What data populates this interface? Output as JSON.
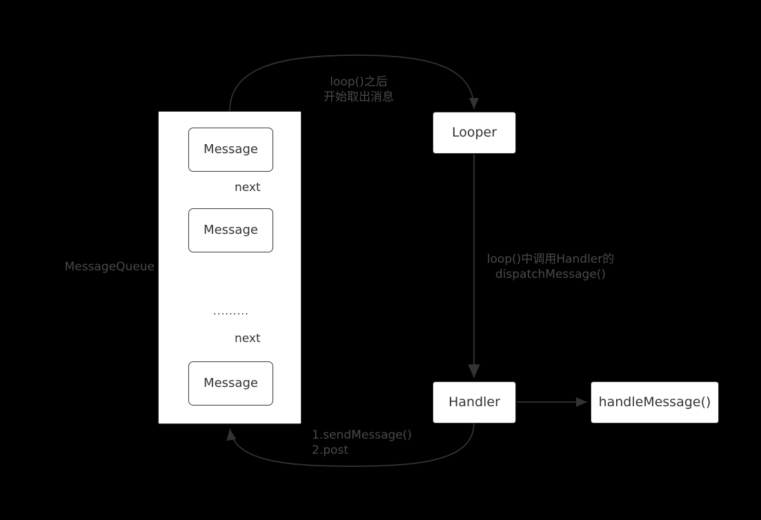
{
  "diagram": {
    "title": "Android Handler / Looper / MessageQueue flow",
    "background_color": "#000000",
    "node_fill": "#ffffff",
    "node_stroke": "#3a3a3a",
    "dim_text_color": "#4a4a4a",
    "dark_text_color": "#333333",
    "edge_color": "#333333",
    "dim_edge_color": "#2e2e32"
  },
  "nodes": {
    "message_queue_label": "MessageQueue",
    "message_1": "Message",
    "message_2": "Message",
    "message_3": "Message",
    "ellipsis": ".........",
    "looper": "Looper",
    "handler": "Handler",
    "handle_message": "handleMessage()"
  },
  "edges": {
    "next_1": "next",
    "next_2": "next",
    "loop_start_line1": "loop()之后",
    "loop_start_line2": "开始取出消息",
    "dispatch_line1": "loop()中调用Handler的",
    "dispatch_line2": "dispatchMessage()",
    "send_line1": "1.sendMessage()",
    "send_line2": "2.post"
  }
}
